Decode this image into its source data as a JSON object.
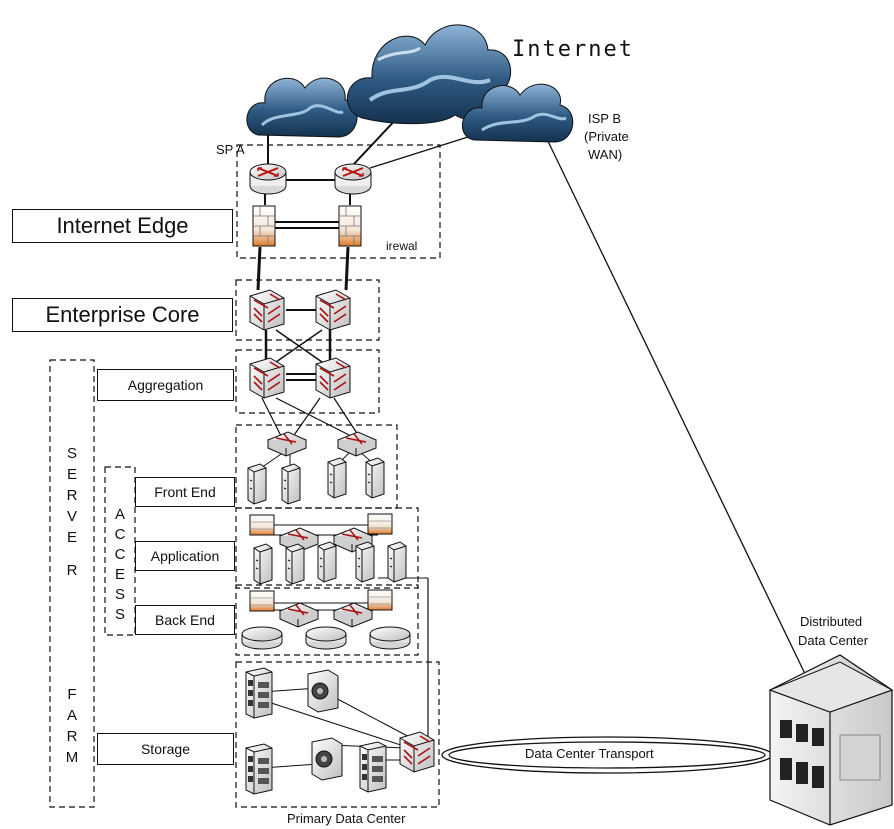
{
  "labels": {
    "internet": "Internet",
    "isp_a": "SP A",
    "isp_b": "ISP B",
    "isp_b_sub1": "(Private",
    "isp_b_sub2": "WAN)",
    "firewall": "irewal",
    "internet_edge": "Internet Edge",
    "enterprise_core": "Enterprise Core",
    "aggregation": "Aggregation",
    "front_end": "Front End",
    "application": "Application",
    "back_end": "Back End",
    "storage": "Storage",
    "data_center_transport": "Data Center Transport",
    "primary_data_center": "Primary Data Center",
    "distributed_line1": "Distributed",
    "distributed_line2": "Data Center"
  },
  "vertical_labels": {
    "server": [
      "S",
      "E",
      "R",
      "V",
      "E",
      "R"
    ],
    "farm": [
      "F",
      "A",
      "R",
      "M"
    ],
    "access": [
      "A",
      "C",
      "C",
      "E",
      "S",
      "S"
    ]
  },
  "colors": {
    "cloud_dark": "#1f4466",
    "cloud_light": "#7fa8cc",
    "firewall_accent": "#e07a2a",
    "line": "#111111"
  }
}
